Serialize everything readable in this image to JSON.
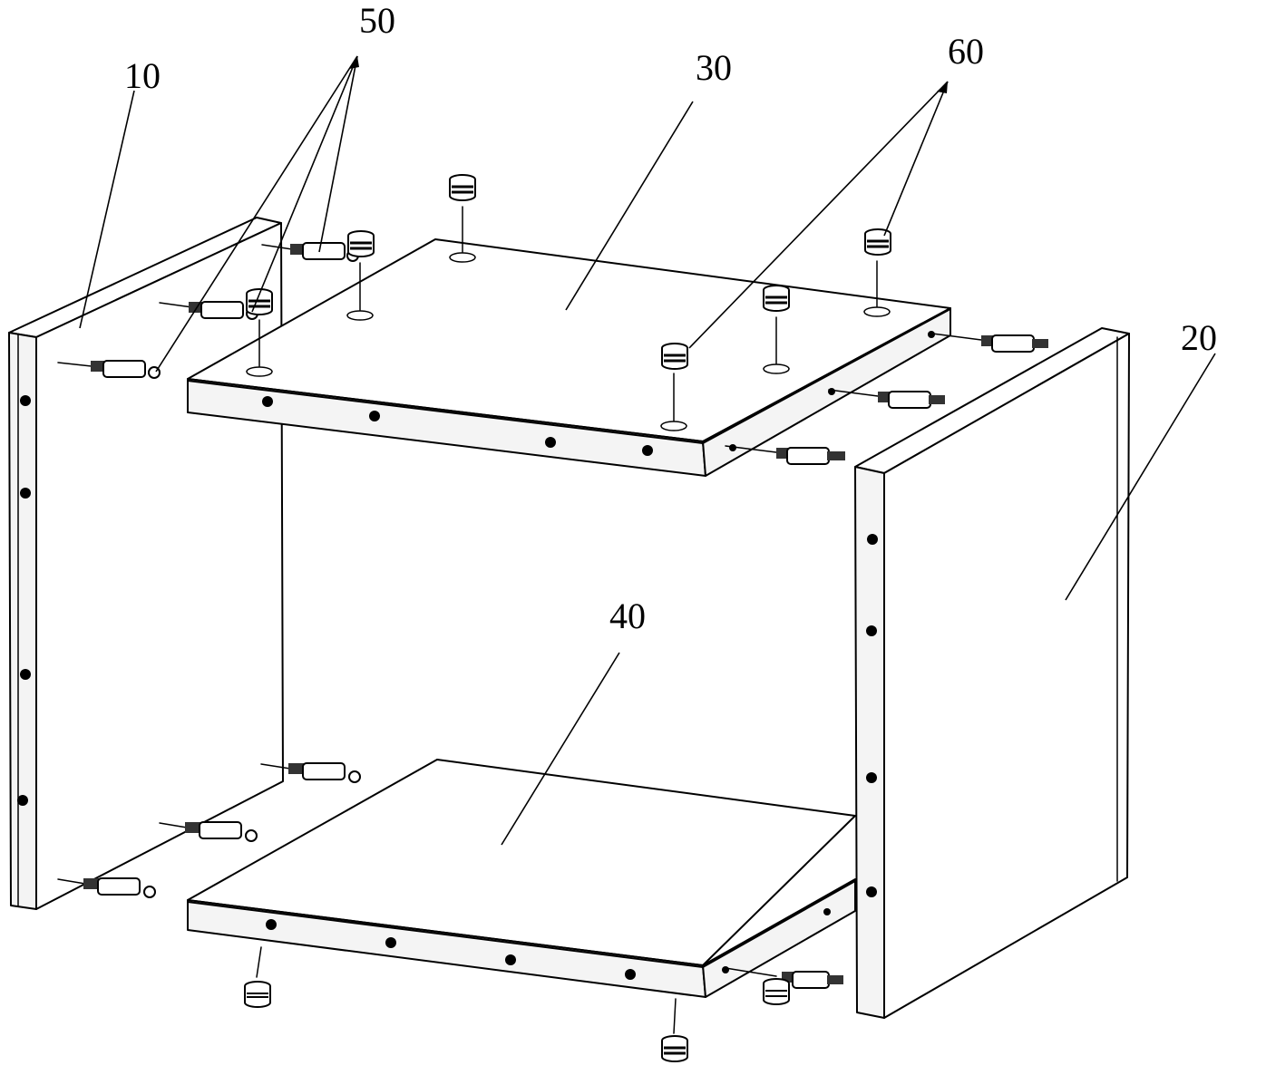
{
  "figure": {
    "type": "exploded-assembly-drawing",
    "labels": {
      "left_panel": "10",
      "right_panel": "20",
      "top_panel": "30",
      "bottom_panel": "40",
      "bolts": "50",
      "cam_locks": "60"
    }
  }
}
